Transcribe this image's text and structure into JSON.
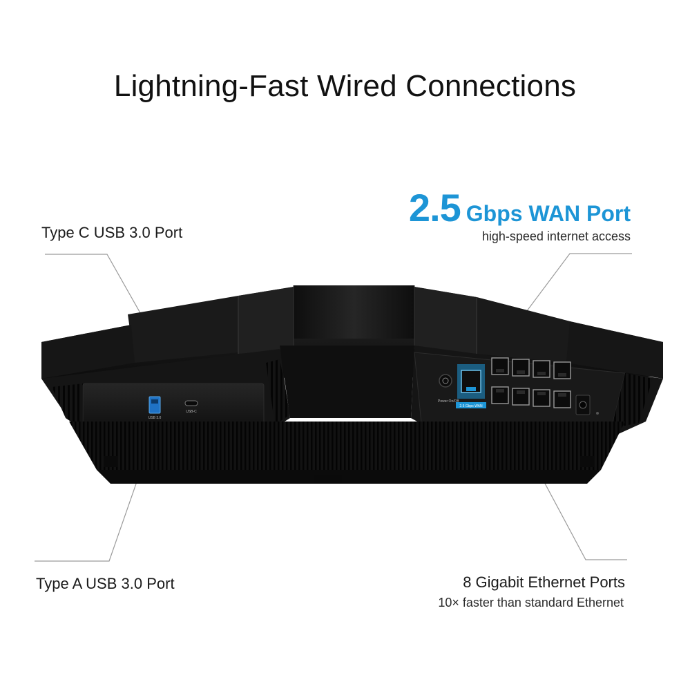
{
  "headline": "Lightning-Fast Wired Connections",
  "callouts": {
    "type_c": {
      "label": "Type C USB 3.0 Port"
    },
    "type_a": {
      "label": "Type A USB 3.0 Port"
    },
    "wan": {
      "number": "2.5",
      "rest": "Gbps WAN Port",
      "subtitle": "high-speed internet access"
    },
    "ethernet": {
      "label": "8 Gigabit Ethernet Ports",
      "subtitle": "10× faster than standard Ethernet"
    }
  },
  "device_labels": {
    "usb_a": "USB 3.0",
    "usb_c": "USB-C",
    "power": "Power On/Off",
    "wan_port": "2.5 Gbps WAN"
  },
  "colors": {
    "accent": "#1d95d6",
    "router_body": "#1b1b1b",
    "leader_line": "#9a9a9a"
  }
}
